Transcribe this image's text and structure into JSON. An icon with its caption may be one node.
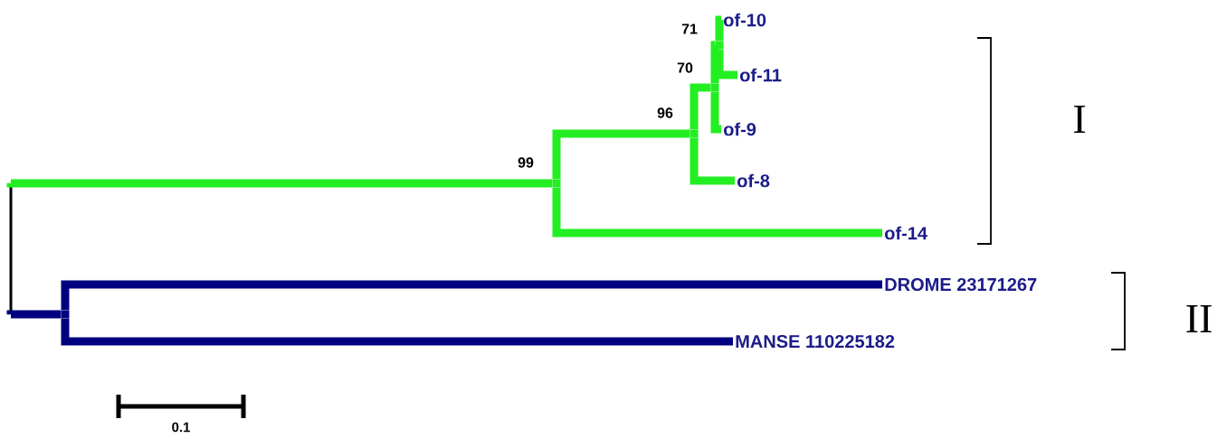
{
  "diagram": {
    "nodes": [
      {
        "text": [],
        "shape": "bar"
      },
      {
        "text": [],
        "shape": "point",
        "beside": [
          "99"
        ]
      },
      {
        "text": [],
        "shape": "point",
        "beside": [
          "96"
        ]
      },
      {
        "text": [],
        "shape": "point",
        "beside": [
          "70"
        ]
      },
      {
        "text": [],
        "shape": "point",
        "beside": [
          "71"
        ]
      },
      {
        "text": [
          "of-10"
        ]
      },
      {
        "text": [
          "of-11"
        ]
      },
      {
        "text": [
          "of-9"
        ]
      },
      {
        "text": [
          "of-8"
        ]
      },
      {
        "text": [
          "of-14"
        ]
      },
      {
        "text": [],
        "shape": "point"
      },
      {
        "text": [
          "DROME 23171267"
        ]
      },
      {
        "text": [
          "MANSE 110225182"
        ]
      }
    ],
    "edges": [
      {
        "from": 0,
        "to": 1,
        "arrow": "none"
      },
      {
        "from": 1,
        "to": 2,
        "arrow": "none"
      },
      {
        "from": 2,
        "to": 3,
        "arrow": "none"
      },
      {
        "from": 3,
        "to": 4,
        "arrow": "none"
      },
      {
        "from": 4,
        "to": 5,
        "arrow": "none"
      },
      {
        "from": 4,
        "to": 6,
        "arrow": "none"
      },
      {
        "from": 3,
        "to": 7,
        "arrow": "none"
      },
      {
        "from": 2,
        "to": 8,
        "arrow": "none"
      },
      {
        "from": 1,
        "to": 9,
        "arrow": "none"
      },
      {
        "from": 0,
        "to": 10,
        "arrow": "none",
        "color": "#000080"
      },
      {
        "from": 10,
        "to": 11,
        "arrow": "none",
        "color": "#000080"
      },
      {
        "from": 10,
        "to": 12,
        "arrow": "none",
        "color": "#000080"
      }
    ],
    "labels": [
      "I",
      "II",
      "0.1"
    ]
  }
}
